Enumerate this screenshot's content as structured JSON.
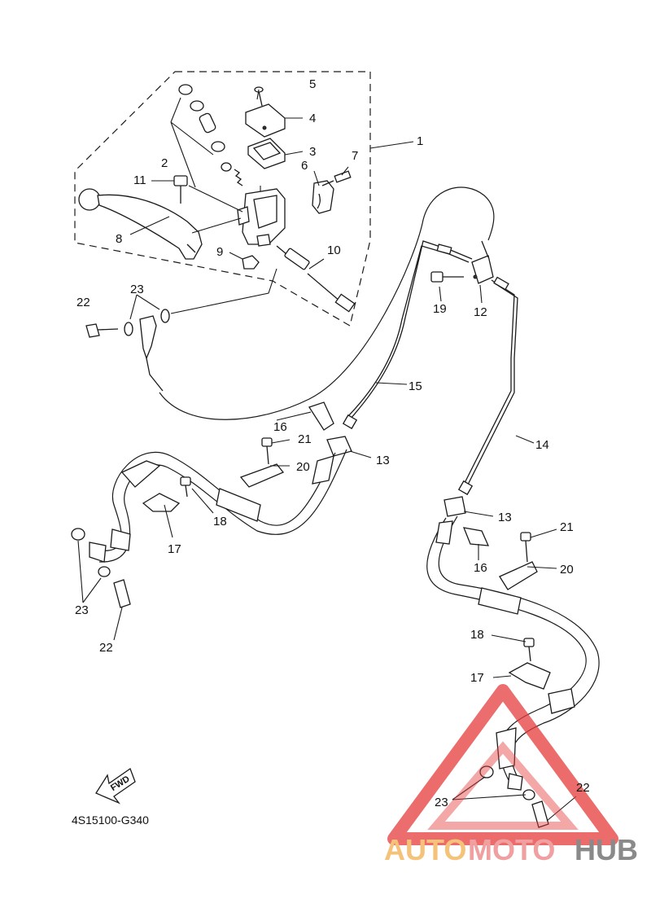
{
  "diagram_code": "4S15100-G340",
  "fwd_label": "FWD",
  "watermark": {
    "part1": "AUTO",
    "part2": "MOTO",
    "part3": "HUB",
    "colors": {
      "auto": "#f5c27a",
      "moto": "#f0a0a0",
      "hub": "#8a8a8a",
      "triangle": "#e63c3c"
    }
  },
  "callouts": {
    "c1": "1",
    "c2": "2",
    "c3": "3",
    "c4": "4",
    "c5": "5",
    "c6": "6",
    "c7": "7",
    "c8": "8",
    "c9": "9",
    "c10": "10",
    "c11": "11",
    "c12": "12",
    "c13a": "13",
    "c13b": "13",
    "c14": "14",
    "c15": "15",
    "c16a": "16",
    "c16b": "16",
    "c17a": "17",
    "c17b": "17",
    "c18a": "18",
    "c18b": "18",
    "c19": "19",
    "c20a": "20",
    "c20b": "20",
    "c21a": "21",
    "c21b": "21",
    "c22a": "22",
    "c22b": "22",
    "c22c": "22",
    "c23a": "23",
    "c23b": "23",
    "c23c": "23"
  }
}
